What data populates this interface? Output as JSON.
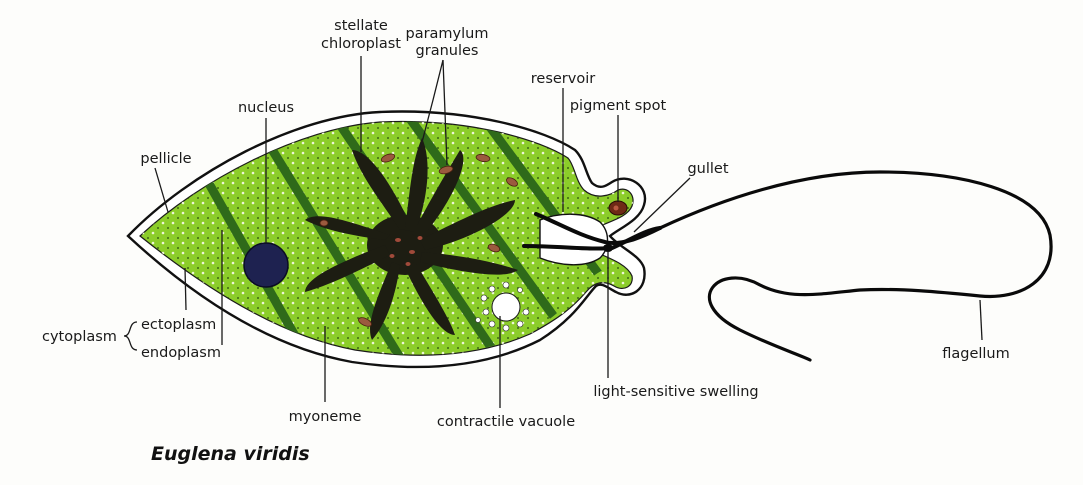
{
  "title": "Euglena viridis",
  "labels": {
    "stellate_line1": "stellate",
    "stellate_line2": "chloroplast",
    "paramylum_line1": "paramylum",
    "paramylum_line2": "granules",
    "reservoir": "reservoir",
    "pigment_spot": "pigment spot",
    "nucleus": "nucleus",
    "pellicle": "pellicle",
    "gullet": "gullet",
    "cytoplasm": "cytoplasm",
    "ectoplasm": "ectoplasm",
    "endoplasm": "endoplasm",
    "myoneme": "myoneme",
    "contractile_vacuole": "contractile vacuole",
    "light_sensitive_swelling": "light-sensitive swelling",
    "flagellum": "flagellum"
  },
  "colors": {
    "cytoplasm_green": "#8ccd2a",
    "ectoplasm_green": "#a6d84a",
    "myoneme_stripe": "#2f6a1a",
    "chloroplast": "#1d1d12",
    "nucleus": "#1e2250",
    "pigment_spot": "#6e2a16",
    "paramylum": "#9b5a3e"
  }
}
